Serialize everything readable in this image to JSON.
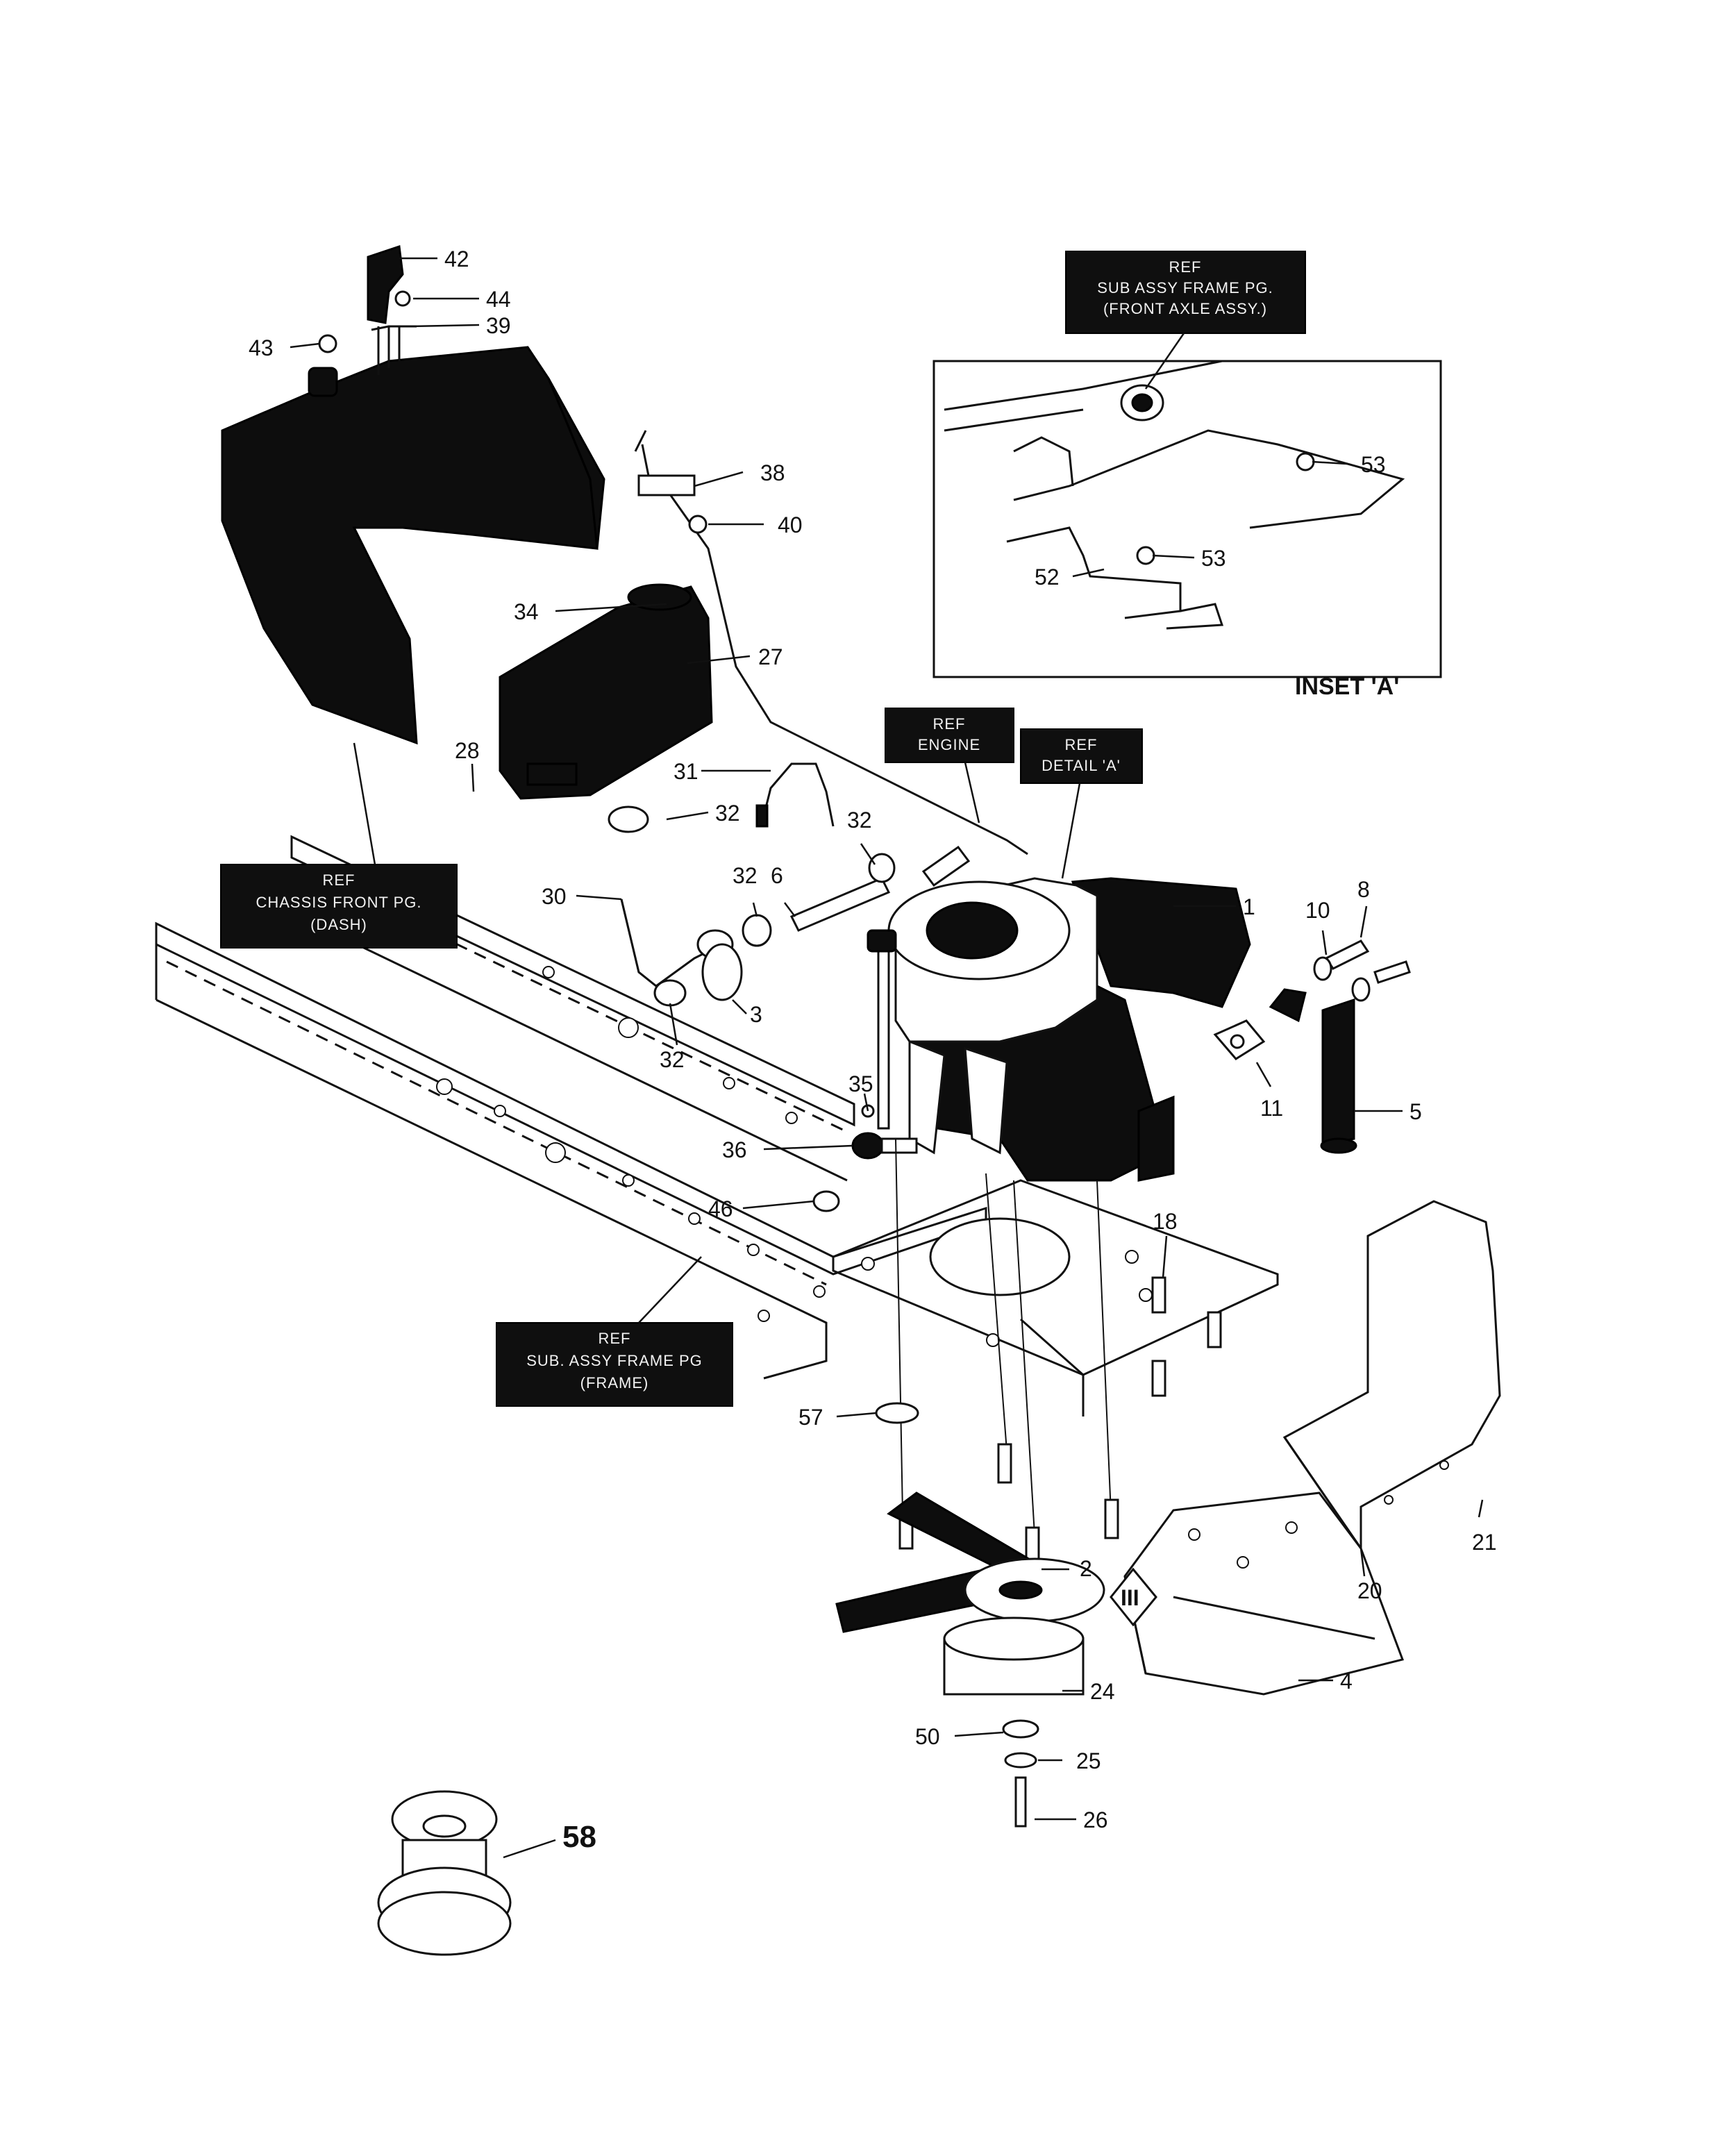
{
  "ref_boxes": [
    {
      "id": "ref-front-axle",
      "lines": [
        "REF",
        "SUB ASSY FRAME PG.",
        "(FRONT AXLE ASSY.)"
      ]
    },
    {
      "id": "ref-engine",
      "lines": [
        "REF",
        "ENGINE"
      ]
    },
    {
      "id": "ref-detail-a",
      "lines": [
        "REF",
        "DETAIL 'A'"
      ]
    },
    {
      "id": "ref-chassis",
      "lines": [
        "REF",
        "CHASSIS FRONT PG.",
        "(DASH)"
      ]
    },
    {
      "id": "ref-frame",
      "lines": [
        "REF",
        "SUB. ASSY FRAME PG",
        "(FRAME)"
      ]
    }
  ],
  "inset_label": "INSET 'A'",
  "callouts": [
    "42",
    "44",
    "39",
    "43",
    "38",
    "40",
    "34",
    "27",
    "28",
    "31",
    "32",
    "32",
    "30",
    "32",
    "6",
    "3",
    "32",
    "1",
    "10",
    "8",
    "11",
    "5",
    "35",
    "36",
    "46",
    "18",
    "57",
    "2",
    "21",
    "20",
    "24",
    "4",
    "50",
    "25",
    "26",
    "58",
    "53",
    "53",
    "52"
  ],
  "badge_symbol": "III"
}
